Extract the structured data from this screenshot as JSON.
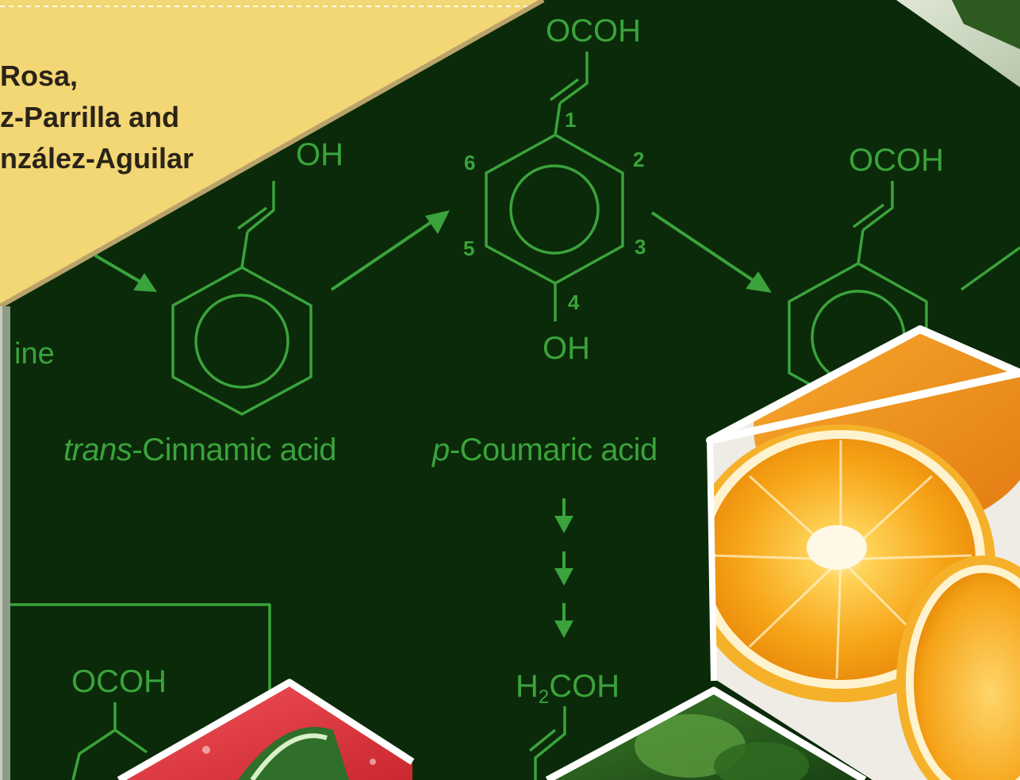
{
  "banner": {
    "author_lines": [
      "Rosa,",
      "z-Parrilla and",
      "nzález-Aguilar"
    ],
    "color": "#f3d774"
  },
  "diagram": {
    "background": "#0a2a09",
    "line_color": "#3aa33b",
    "partial_labels": {
      "top_left_fragment": "OH",
      "left_edge": "ine"
    },
    "cinnamic": {
      "name_italic": "trans",
      "name_rest": "-Cinnamic acid"
    },
    "coumaric": {
      "name_italic": "p",
      "name_rest": "-Coumaric acid",
      "top_group": "OCOH",
      "bottom_group": "OH",
      "ring_positions": [
        "1",
        "2",
        "3",
        "4",
        "5",
        "6"
      ]
    },
    "right_compound": {
      "top_group": "OCOH"
    },
    "bottom_left": {
      "group": "OCOH"
    },
    "bottom_center": {
      "group_prefix": "H",
      "group_sub": "2",
      "group_suffix": "COH"
    }
  }
}
